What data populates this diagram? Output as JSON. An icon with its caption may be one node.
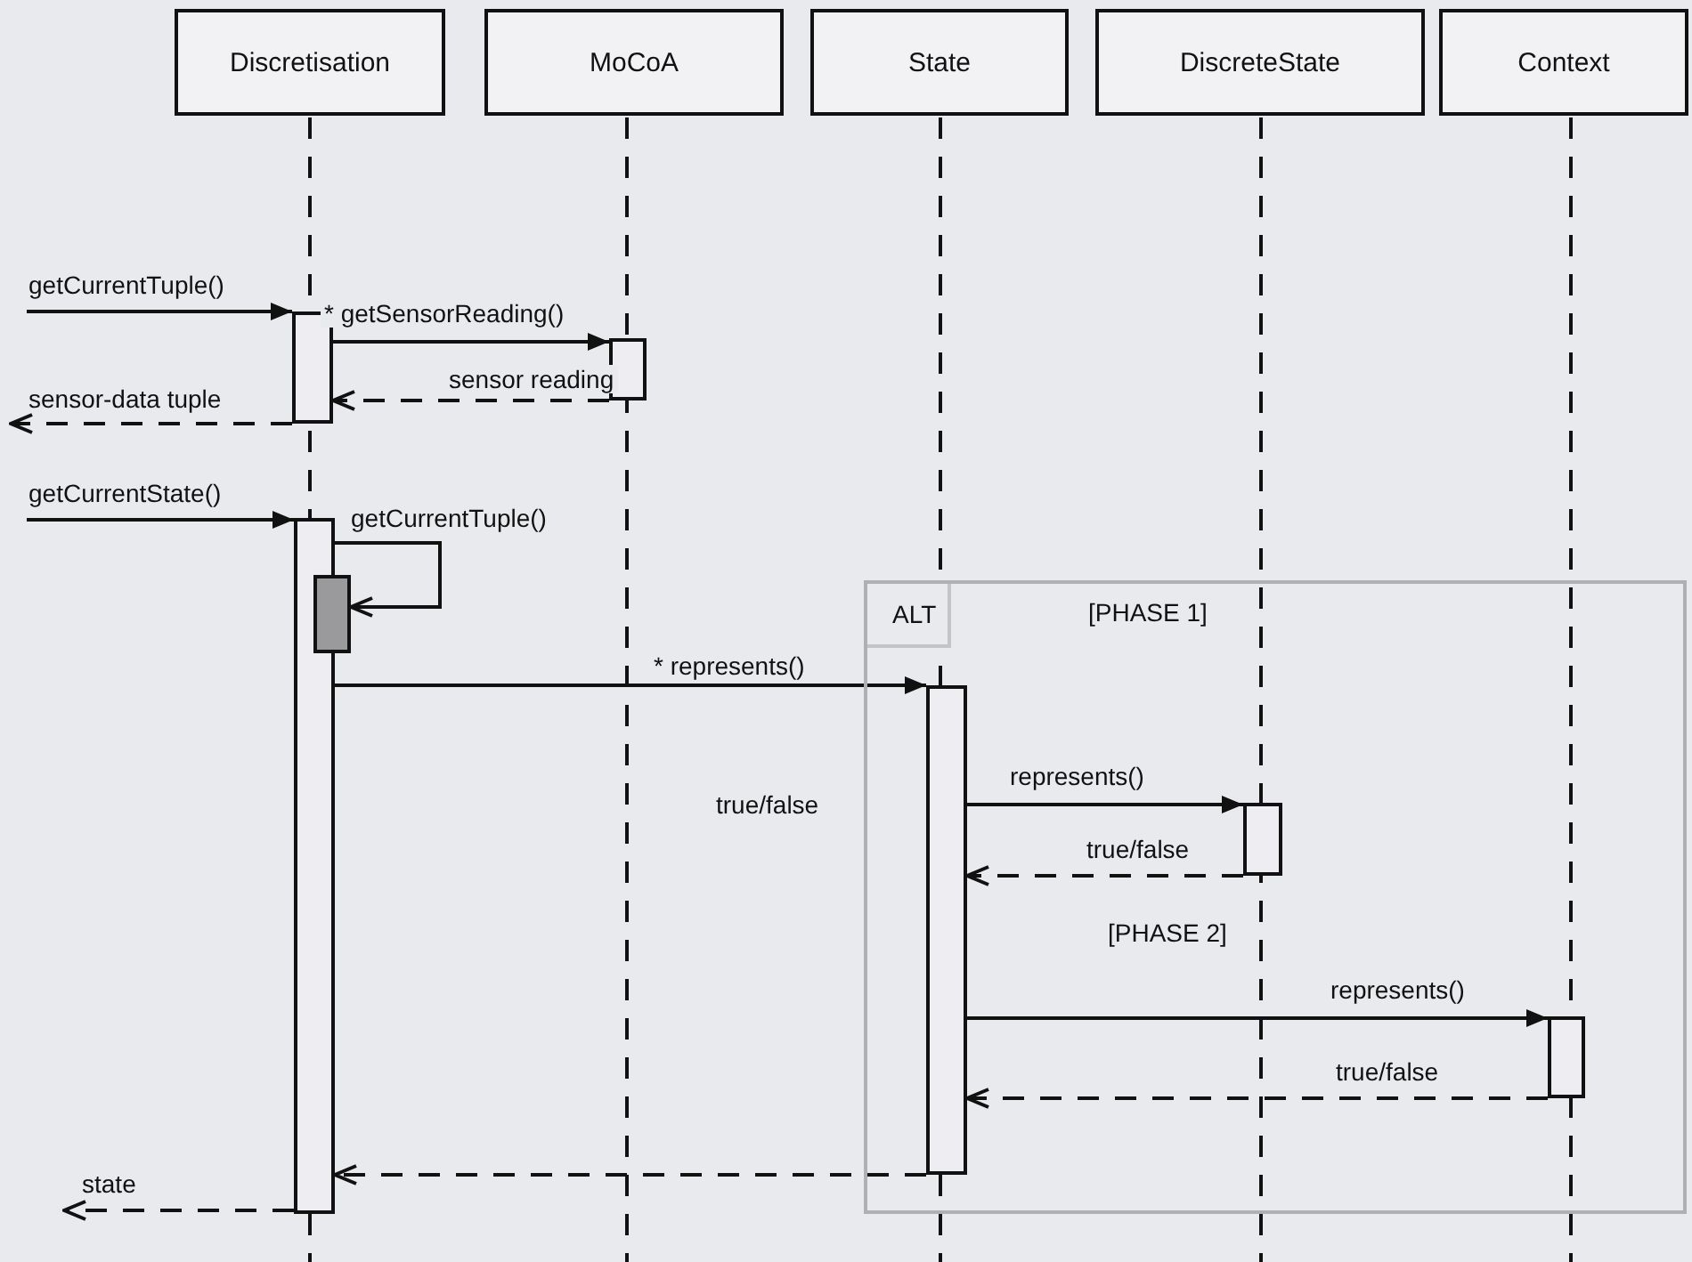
{
  "diagram": {
    "nodes": [
      {
        "text": [
          "Discretisation"
        ]
      },
      {
        "text": [
          "MoCoA"
        ]
      },
      {
        "text": [
          "State"
        ]
      },
      {
        "text": [
          "DiscreteState"
        ]
      },
      {
        "text": [
          "Context"
        ]
      },
      {
        "text": [],
        "shape": "bar"
      },
      {
        "text": [],
        "shape": "bar"
      },
      {
        "text": [],
        "shape": "bar"
      },
      {
        "text": [],
        "shape": "bar"
      },
      {
        "text": [
          "ALT",
          "[PHASE 1]",
          "[PHASE 2]"
        ]
      },
      {
        "text": [],
        "shape": "bar",
        "in": 9
      },
      {
        "text": [],
        "shape": "bar",
        "in": 9
      },
      {
        "text": [],
        "shape": "bar",
        "in": 9
      }
    ],
    "edges": [
      {
        "from": null,
        "to": 5,
        "arrow": "to",
        "label": "getCurrentTuple()"
      },
      {
        "from": 5,
        "to": 6,
        "arrow": "to",
        "label": "* getSensorReading()"
      },
      {
        "from": 6,
        "to": 5,
        "arrow": "to",
        "label": "sensor reading",
        "style": "dashed"
      },
      {
        "from": 5,
        "to": null,
        "arrow": "to",
        "label": "sensor-data tuple",
        "style": "dashed"
      },
      {
        "from": null,
        "to": 7,
        "arrow": "to",
        "label": "getCurrentState()"
      },
      {
        "from": 7,
        "to": 8,
        "arrow": "to",
        "label": "getCurrentTuple()"
      },
      {
        "from": 7,
        "to": 10,
        "arrow": "to",
        "label": "* represents()"
      },
      {
        "from": 10,
        "to": 11,
        "arrow": "to",
        "label": "represents()"
      },
      {
        "from": 11,
        "to": 10,
        "arrow": "to",
        "label": "true/false",
        "style": "dashed"
      },
      {
        "from": 10,
        "to": 12,
        "arrow": "to",
        "label": "represents()"
      },
      {
        "from": 12,
        "to": 10,
        "arrow": "to",
        "label": "true/false",
        "style": "dashed"
      },
      {
        "from": 10,
        "to": 7,
        "arrow": "to",
        "style": "dashed"
      },
      {
        "from": 7,
        "to": null,
        "arrow": "to",
        "label": "state",
        "style": "dashed"
      }
    ],
    "labels": [
      "true/false"
    ]
  }
}
